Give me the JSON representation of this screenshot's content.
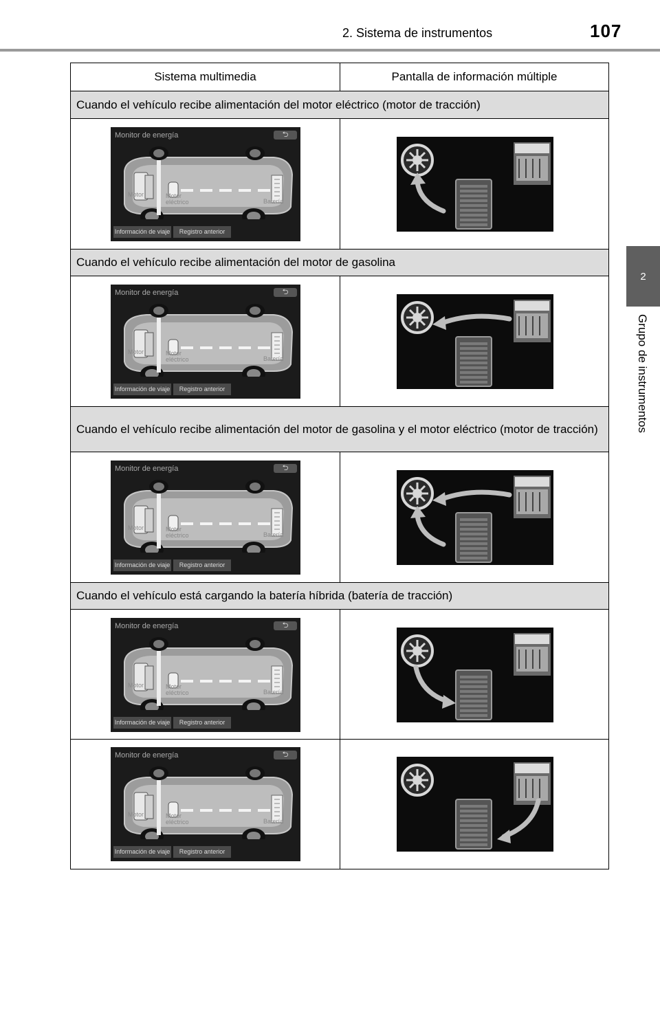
{
  "header": {
    "section": "2. Sistema de instrumentos",
    "page_number": "107"
  },
  "side_tab": {
    "number": "2",
    "label": "Grupo de instrumentos"
  },
  "table": {
    "col1": "Sistema multimedia",
    "col2": "Pantalla de información múltiple"
  },
  "screen": {
    "title": "Monitor de energía",
    "back_icon": "return-arrow-icon",
    "label_motor": "Motor",
    "label_motor_elec_1": "Motor",
    "label_motor_elec_2": "eléctrico",
    "label_bateria": "Batería",
    "btn_info": "Información de viaje",
    "btn_registro": "Registro anterior"
  },
  "sections": [
    {
      "label": "Cuando el vehículo recibe alimentación del motor eléctrico (motor de tracción)"
    },
    {
      "label": "Cuando el vehículo recibe alimentación del motor de gasolina"
    },
    {
      "label": "Cuando el vehículo recibe alimentación del motor de gasolina y el motor eléctrico (motor de tracción)"
    },
    {
      "label": "Cuando el vehículo está cargando la batería híbrida (batería de tracción)"
    }
  ],
  "colors": {
    "header_rule": "#9a9a9a",
    "side_tab": "#5f5f5f",
    "row_shade": "#dcdcdc"
  }
}
